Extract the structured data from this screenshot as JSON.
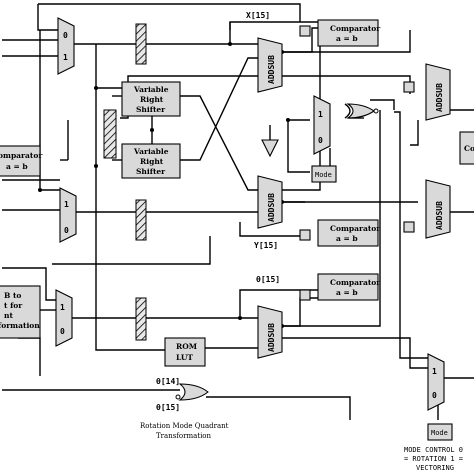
{
  "labels": {
    "x15": "X[15]",
    "y15": "Y[15]",
    "theta15_top": "θ[15]",
    "theta14": "θ[14]",
    "theta15_bottom": "θ[15]",
    "caption_line1": "Rotation Mode Quadrant",
    "caption_line2": "Transformation",
    "mode_control_1": "MODE CONTROL 0",
    "mode_control_2": "= ROTATION 1 =",
    "mode_control_3": "VECTORING"
  },
  "blocks": {
    "comparator": "Comparator",
    "comparator_ab": "a = b",
    "shifter_line1": "Variable",
    "shifter_line2": "Right",
    "shifter_line3": "Shifter",
    "rom_line1": "ROM",
    "rom_line2": "LUT",
    "addsub": "ADDSUB",
    "mode": "Mode",
    "one": "1",
    "zero": "0",
    "left_comparator": "omparator",
    "left_b_line1": "B to",
    "left_b_line2": "t for",
    "left_b_line3": "nt",
    "left_b_line4": "formation",
    "right_partial": "Co"
  }
}
